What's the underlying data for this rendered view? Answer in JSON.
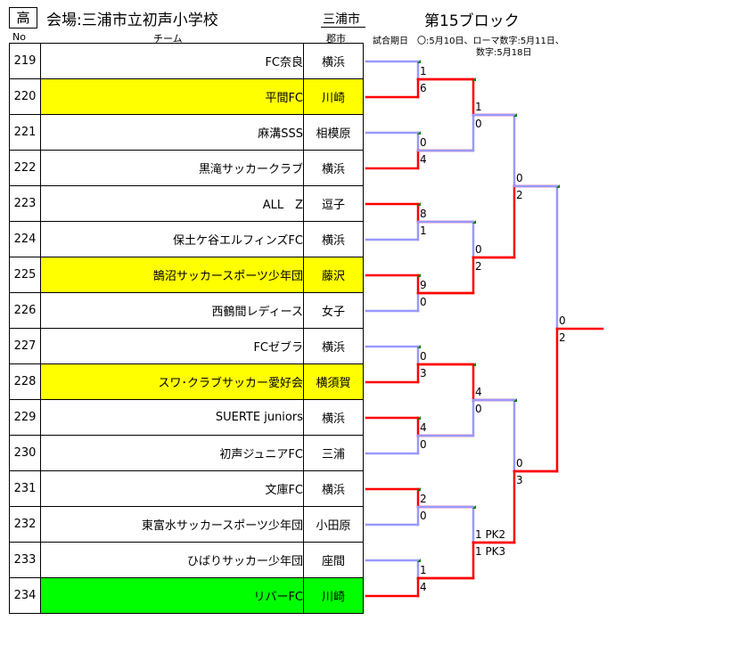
{
  "header": {
    "level": "高",
    "venue": "会場:三浦市立初声小学校",
    "city": "三浦市",
    "block": "第15ブロック"
  },
  "columns": {
    "no": "No",
    "team": "チーム",
    "city": "郡市"
  },
  "notes": {
    "line1": "試合期日　〇:5月10日、ローマ数字:5月11日、",
    "line2": "数字:5月18日"
  },
  "teams": [
    {
      "no": "219",
      "team": "FC奈良",
      "city": "横浜",
      "hl": ""
    },
    {
      "no": "220",
      "team": "平間FC",
      "city": "川崎",
      "hl": "yellow"
    },
    {
      "no": "221",
      "team": "麻溝SSS",
      "city": "相模原",
      "hl": ""
    },
    {
      "no": "222",
      "team": "黒滝サッカークラブ",
      "city": "横浜",
      "hl": ""
    },
    {
      "no": "223",
      "team": "ALL　Z",
      "city": "逗子",
      "hl": ""
    },
    {
      "no": "224",
      "team": "保土ケ谷エルフィンズFC",
      "city": "横浜",
      "hl": ""
    },
    {
      "no": "225",
      "team": "鵠沼サッカースポーツ少年団",
      "city": "藤沢",
      "hl": "yellow"
    },
    {
      "no": "226",
      "team": "西鶴間レディース",
      "city": "女子",
      "hl": ""
    },
    {
      "no": "227",
      "team": "FCゼブラ",
      "city": "横浜",
      "hl": ""
    },
    {
      "no": "228",
      "team": "スワ･クラブサッカー愛好会",
      "city": "横須賀",
      "hl": "yellow"
    },
    {
      "no": "229",
      "team": "SUERTE juniors",
      "city": "横浜",
      "hl": ""
    },
    {
      "no": "230",
      "team": "初声ジュニアFC",
      "city": "三浦",
      "hl": ""
    },
    {
      "no": "231",
      "team": "文庫FC",
      "city": "横浜",
      "hl": ""
    },
    {
      "no": "232",
      "team": "東富水サッカースポーツ少年団",
      "city": "小田原",
      "hl": ""
    },
    {
      "no": "233",
      "team": "ひばりサッカー少年団",
      "city": "座間",
      "hl": ""
    },
    {
      "no": "234",
      "team": "リバーFC",
      "city": "川崎",
      "hl": "green"
    }
  ],
  "colors": {
    "winner_line": "#ff0000",
    "loser_line": "#9999ff",
    "yellow_highlight": "#ffff00",
    "green_highlight": "#00ff00",
    "tick_mark": "#008000"
  },
  "bracket": {
    "round1": [
      {
        "top": "1",
        "bottom": "6"
      },
      {
        "top": "0",
        "bottom": "4"
      },
      {
        "top": "8",
        "bottom": "1"
      },
      {
        "top": "9",
        "bottom": "0"
      },
      {
        "top": "0",
        "bottom": "3"
      },
      {
        "top": "4",
        "bottom": "0"
      },
      {
        "top": "2",
        "bottom": "0"
      },
      {
        "top": "1",
        "bottom": "4"
      }
    ],
    "round2": [
      {
        "top": "1",
        "bottom": "0"
      },
      {
        "top": "0",
        "bottom": "2"
      },
      {
        "top": "4",
        "bottom": "0"
      },
      {
        "top": "1 PK2",
        "bottom": "1 PK3"
      }
    ],
    "round3": [
      {
        "top": "0",
        "bottom": "2"
      },
      {
        "top": "0",
        "bottom": "3"
      }
    ],
    "final": {
      "top": "0",
      "bottom": "2"
    }
  }
}
